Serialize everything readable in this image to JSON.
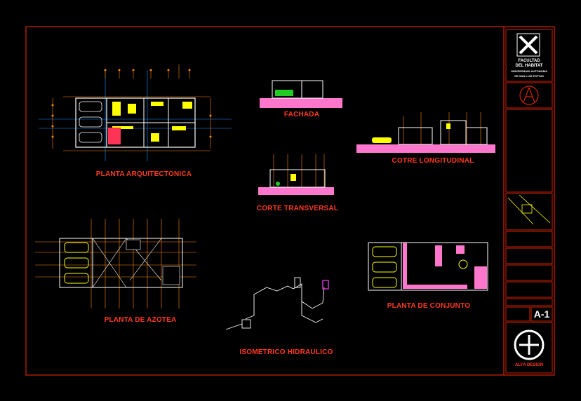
{
  "drawing_labels": {
    "planta_arquitectonica": "PLANTA ARQUITECTONICA",
    "fachada": "FACHADA",
    "corte_longitudinal": "COTRE LONGITUDINAL",
    "corte_transversal": "CORTE TRANSVERSAL",
    "planta_azotea": "PLANTA DE AZOTEA",
    "planta_conjunto": "PLANTA DE CONJUNTO",
    "isometrico": "ISOMETRICO HIDRAULICO"
  },
  "title_block": {
    "faculty_line1": "FACULTAD",
    "faculty_line2": "DEL HABITAT",
    "university_line1": "UNIVERSIDAD AUTONOMA",
    "university_line2": "DE SAN LUIS POTOSI",
    "sheet_number": "A-1",
    "footer": "ALFA DESIGN"
  },
  "colors": {
    "frame": "#ff2a00",
    "label": "#ff3b1f",
    "title_block_text": "#ffffff",
    "walls": "#ffffff",
    "yellow": "#ffff00",
    "pink": "#ff77cc",
    "dimension": "#ff8800",
    "grid_blue": "#1c8cff",
    "magenta": "#cc33cc"
  }
}
